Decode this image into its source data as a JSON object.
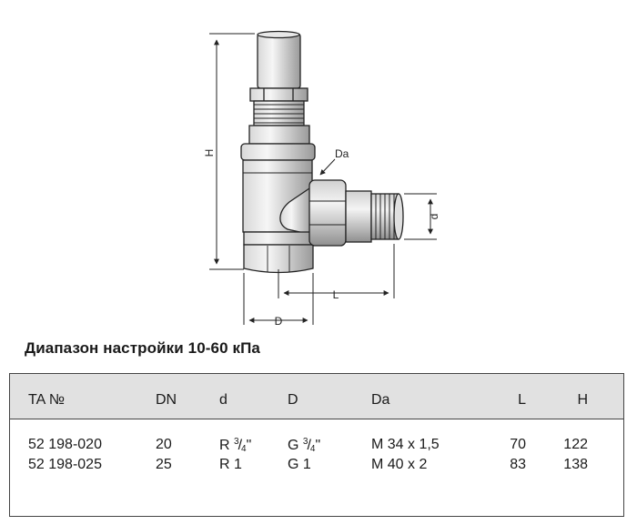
{
  "drawing": {
    "labels": {
      "height": "H",
      "outer_diameter": "Da",
      "thread": "d",
      "length": "L",
      "diameter": "D"
    }
  },
  "section": {
    "title": "Диапазон настройки 10-60 кПа"
  },
  "table": {
    "headers": {
      "ta": "TA №",
      "dn": "DN",
      "d": "d",
      "D": "D",
      "da": "Da",
      "L": "L",
      "H": "H"
    },
    "rows": [
      {
        "ta": "52  198-020",
        "dn": "20",
        "d_prefix": "R",
        "d_num": "3",
        "d_den": "4",
        "d_suffix": "\"",
        "D_prefix": "G",
        "D_num": "3",
        "D_den": "4",
        "D_suffix": "\"",
        "da": "M 34 x 1,5",
        "L": "70",
        "H": "122"
      },
      {
        "ta": "52  198-025",
        "dn": "25",
        "d": "R 1",
        "D": "G 1",
        "da": "M 40 x 2",
        "L": "83",
        "H": "138"
      }
    ]
  }
}
